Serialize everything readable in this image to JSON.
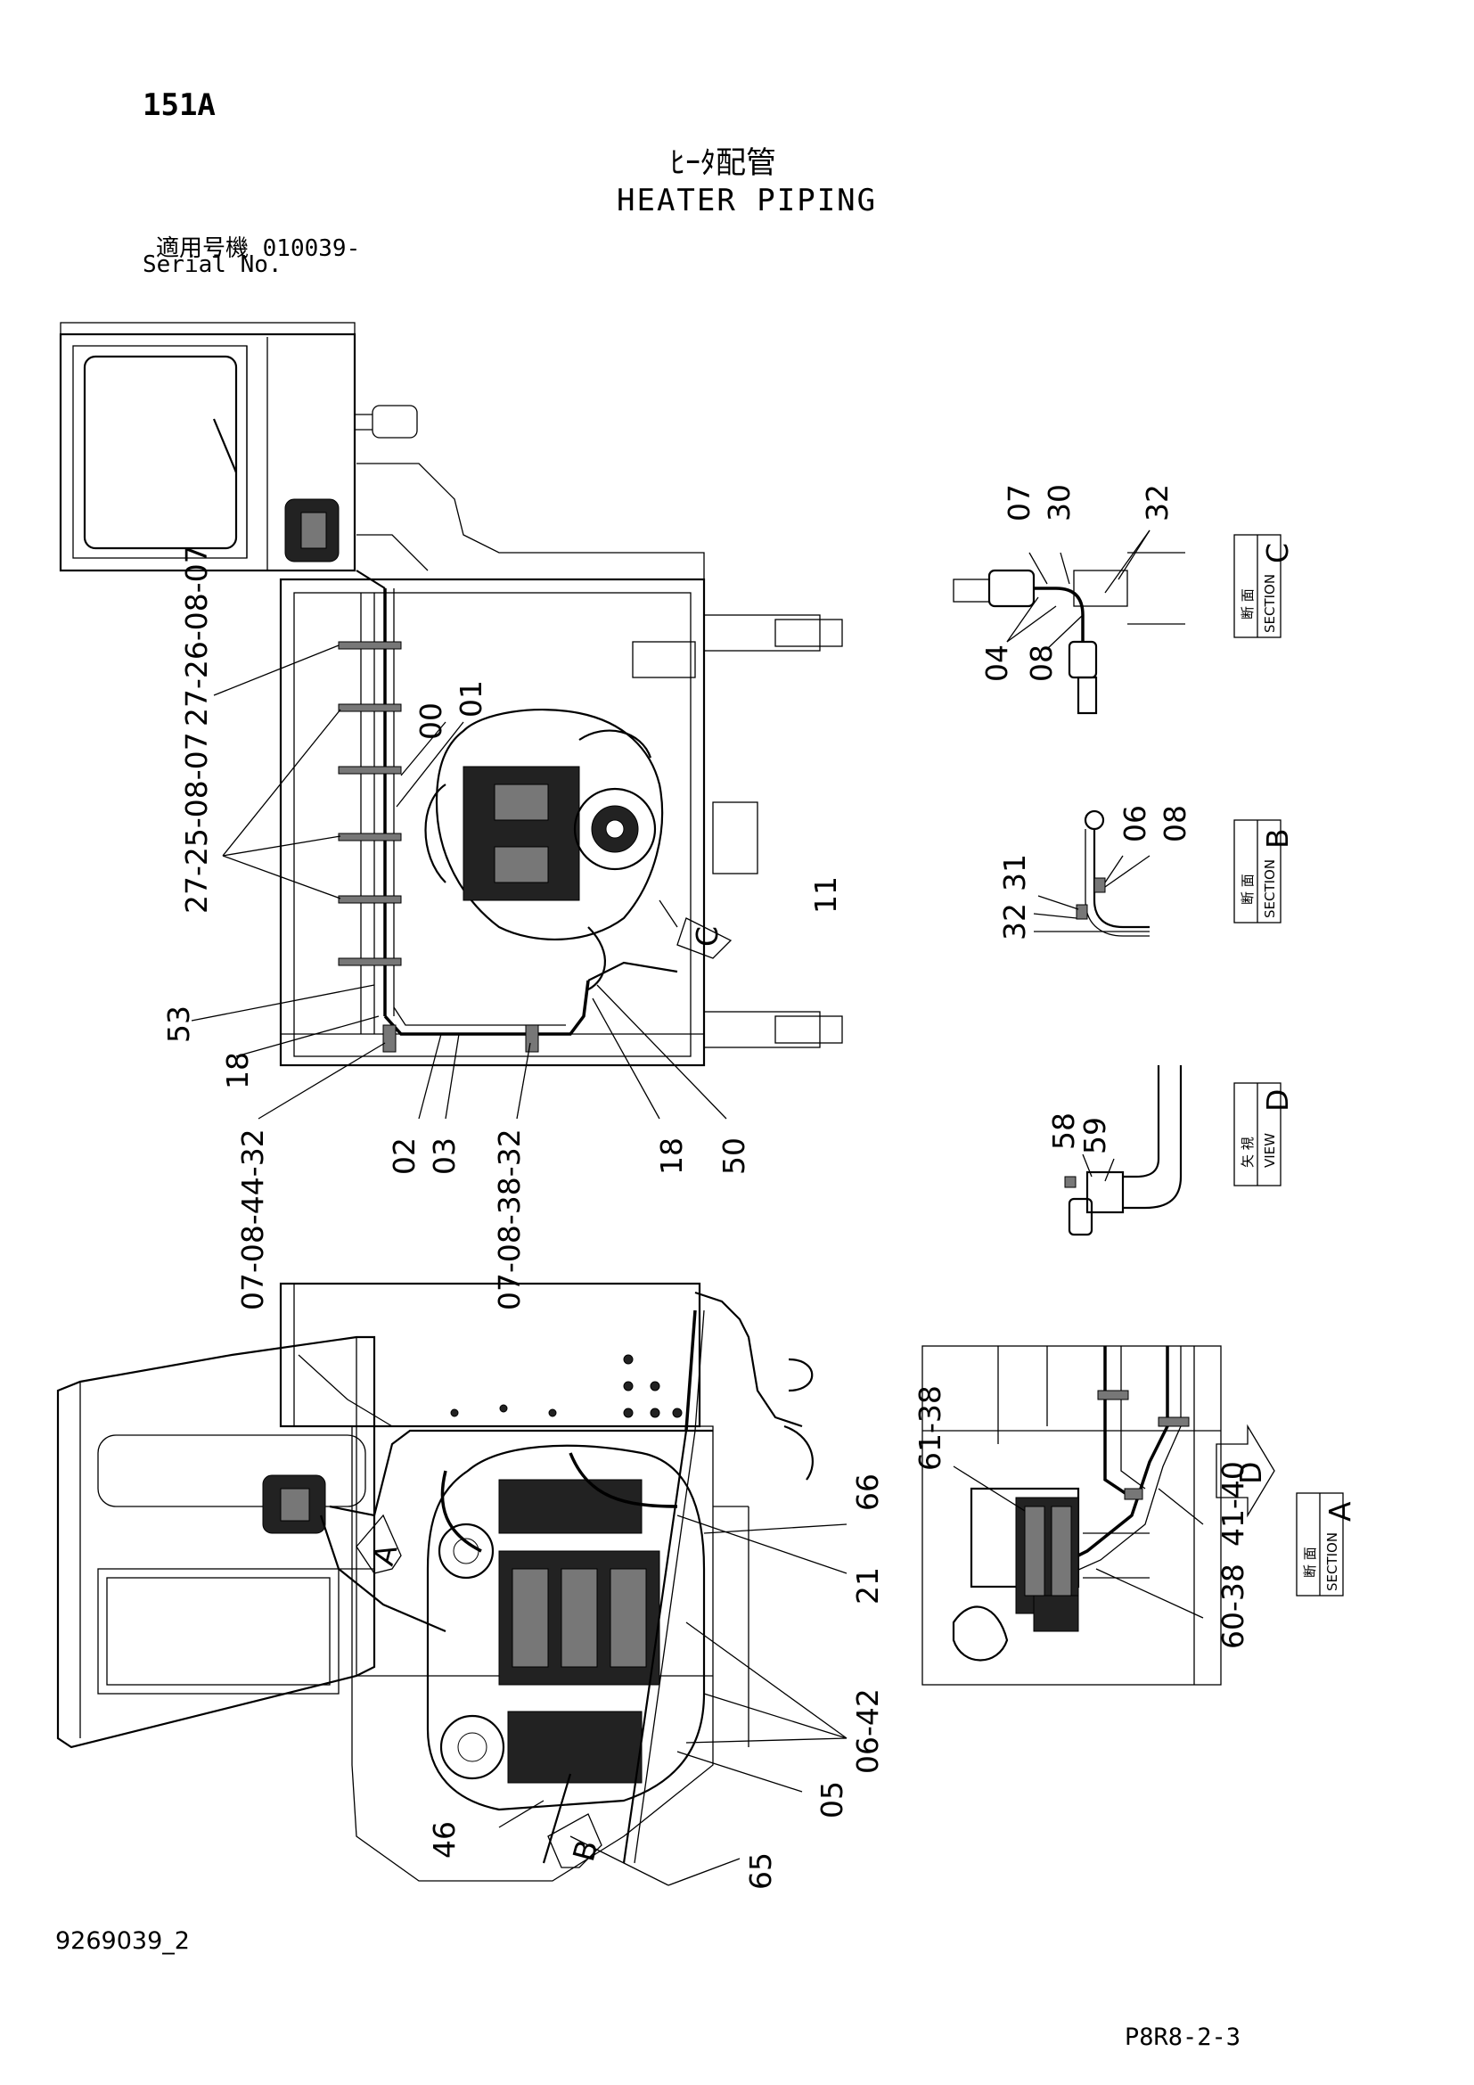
{
  "header": {
    "page_number": "151A",
    "title_jp": "ﾋｰﾀ配管",
    "title_en": "HEATER PIPING",
    "serial_jp": "適用号機  010039-",
    "serial_en": "Serial No."
  },
  "footer": {
    "doc_number": "9269039_2",
    "page_code": "P8R8-2-3"
  },
  "callouts_top": {
    "c27_26_08_07": "27-26-08-07",
    "c00": "00",
    "c01": "01",
    "c27_25_08_07": "27-25-08-07",
    "c11": "11",
    "c53": "53",
    "c18a": "18",
    "c07_08_44_32": "07-08-44-32",
    "c02": "02",
    "c03": "03",
    "c07_08_38_32": "07-08-38-32",
    "c18b": "18",
    "c50": "50",
    "view_c": "C"
  },
  "section_c": {
    "c07": "07",
    "c30": "30",
    "c32": "32",
    "c04": "04",
    "c08": "08",
    "jp": "断 面",
    "en": "SECTION",
    "letter": "C"
  },
  "section_b": {
    "c06": "06",
    "c08": "08",
    "c31": "31",
    "c32": "32",
    "jp": "断 面",
    "en": "SECTION",
    "letter": "B"
  },
  "view_d": {
    "c58": "58",
    "c59": "59",
    "jp": "矢 視",
    "en": "VIEW",
    "letter": "D"
  },
  "callouts_bottom": {
    "view_a": "A",
    "view_b": "B",
    "c66": "66",
    "c21": "21",
    "c06_42": "06-42",
    "c05": "05",
    "c46": "46",
    "c65": "65"
  },
  "section_a": {
    "c61_38": "61-38",
    "c41_40": "41-40",
    "c60_38": "60-38",
    "view_d": "D",
    "jp": "断 面",
    "en": "SECTION",
    "letter": "A"
  }
}
